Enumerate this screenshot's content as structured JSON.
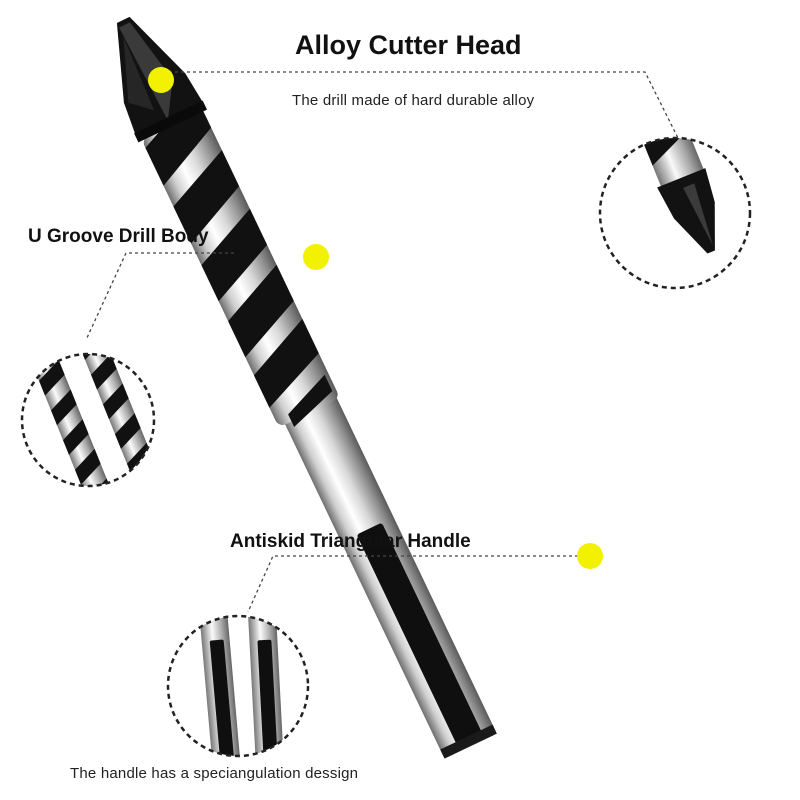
{
  "labels": {
    "cutter_title": "Alloy Cutter Head",
    "cutter_desc": "The drill made of hard durable alloy",
    "body_title": "U Groove Drill Body",
    "handle_title": "Antiskid Triangular Handle",
    "handle_desc": "The handle has a speciangulation dessign"
  },
  "colors": {
    "marker": "#f2f200",
    "steel_light": "#f4f4f4",
    "steel_dark": "#8a8a8a",
    "black_coating": "#111111",
    "dashed_line": "#444444"
  },
  "icons": [
    "marker-dot",
    "zoom-circle"
  ]
}
